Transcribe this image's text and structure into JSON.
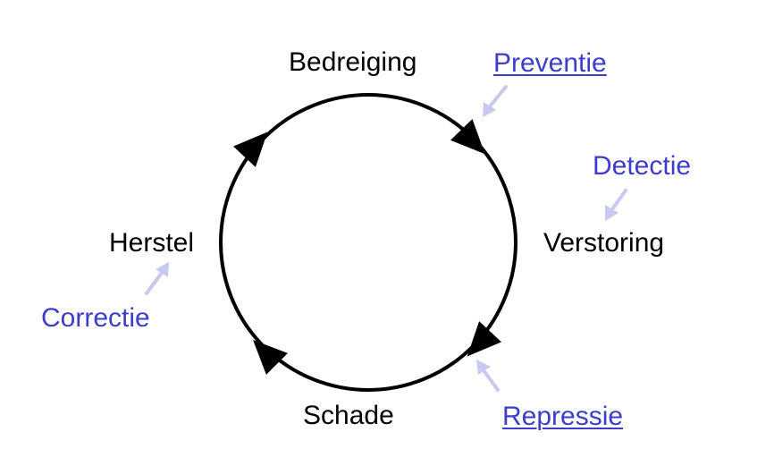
{
  "cycle": {
    "stages": {
      "bedreiging": "Bedreiging",
      "verstoring": "Verstoring",
      "schade": "Schade",
      "herstel": "Herstel"
    },
    "measures": {
      "preventie": "Preventie",
      "detectie": "Detectie",
      "repressie": "Repressie",
      "correctie": "Correctie"
    }
  },
  "colors": {
    "stage_text": "#000000",
    "measure_text": "#3d3dcc",
    "pointer_arrow": "#c8c8f0",
    "cycle_line": "#000000"
  }
}
